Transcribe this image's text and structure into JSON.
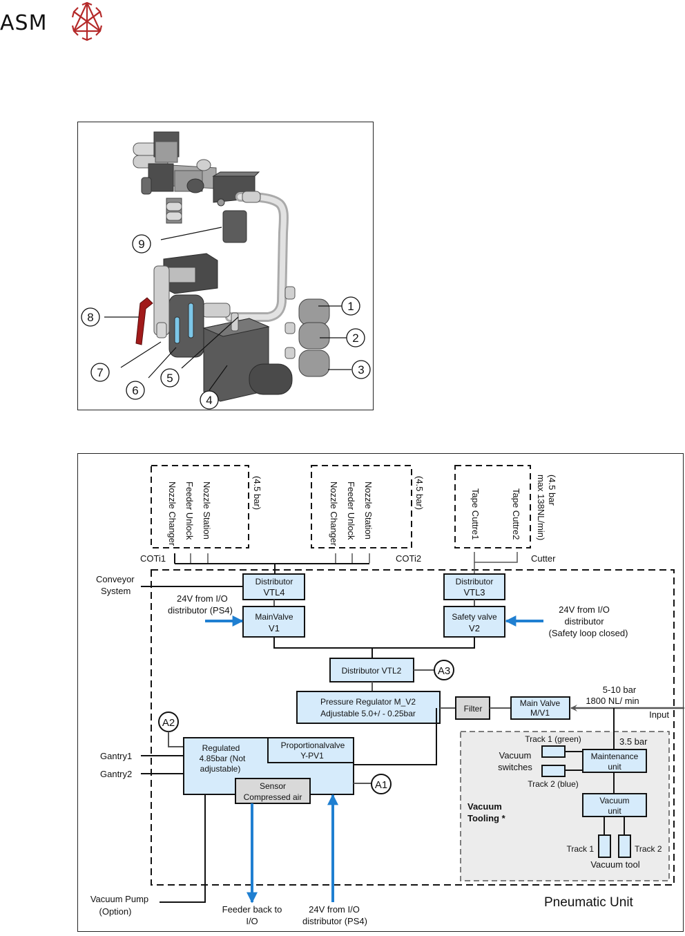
{
  "header": {
    "logo_text": "ASM",
    "logo_color": "#b52a2a"
  },
  "illustration": {
    "callouts": [
      "1",
      "2",
      "3",
      "4",
      "5",
      "6",
      "7",
      "8",
      "9"
    ],
    "valve_handle_color": "#a11a1a",
    "window_color": "#7cc7e8"
  },
  "diagram": {
    "title": "Pneumatic Unit",
    "colors": {
      "box_fill": "#d6ebfb",
      "grey_box_fill": "#d9d9d9",
      "vacuum_area_fill": "#ececec",
      "signal_arrow": "#1f7fd1",
      "line": "#111111"
    },
    "groups": {
      "coti1": {
        "label": "COTi1",
        "pressure": "(4.5 bar)",
        "items": [
          "Nozzle Changer",
          "Feeder Unlock",
          "Nozzle Station"
        ]
      },
      "coti2": {
        "label": "COTi2",
        "pressure": "(4.5 bar)",
        "items": [
          "Nozzle Changer",
          "Feeder Unlock",
          "Nozzle Station"
        ]
      },
      "cutter": {
        "label": "Cutter",
        "pressure_line1": "(4.5 bar",
        "pressure_line2": "max 138NL/min)",
        "items": [
          "Tape Cuttre1",
          "Tape Cuttre2"
        ]
      }
    },
    "boxes": {
      "vtl4": {
        "line1": "Distributor",
        "line2": "VTL4"
      },
      "main_valve_v1": {
        "line1": "MainValve",
        "line2": "V1"
      },
      "vtl3": {
        "line1": "Distributor",
        "line2": "VTL3"
      },
      "safety_valve_v2": {
        "line1": "Safety valve",
        "line2": "V2"
      },
      "vtl2": {
        "line1": "Distributor VTL2"
      },
      "pressure_regulator": {
        "line1": "Pressure Regulator  M_V2",
        "line2": "Adjustable 5.0+/ - 0.25bar"
      },
      "filter": {
        "line1": "Filter"
      },
      "main_valve_mv1": {
        "line1": "Main Valve",
        "line2": "M/V1"
      },
      "regulated": {
        "line1": "Regulated",
        "line2": "4.85bar  (Not",
        "line3": "adjustable)"
      },
      "proportional_valve": {
        "line1": "Proportionalvalve",
        "line2": "Y-PV1"
      },
      "sensor": {
        "line1": "Sensor",
        "line2": "Compressed air"
      },
      "maintenance_unit": {
        "line1": "Maintenance",
        "line2": "unit"
      },
      "vacuum_unit": {
        "line1": "Vacuum",
        "line2": "unit"
      }
    },
    "labels": {
      "conveyor_line1": "Conveyor",
      "conveyor_line2": "System",
      "v1_signal_line1": "24V from I/O",
      "v1_signal_line2": "distributor (PS4)",
      "v2_signal_line1": "24V from I/O",
      "v2_signal_line2": "distributor",
      "v2_signal_line3": "(Safety loop closed)",
      "input_pressure": "5-10 bar",
      "input_flow": "1800 NL/ min",
      "input": "Input",
      "gantry1": "Gantry1",
      "gantry2": "Gantry2",
      "vacuum_pump_line1": "Vacuum Pump",
      "vacuum_pump_line2": "(Option)",
      "feeder_back_line1": "Feeder back to",
      "feeder_back_line2": "I/O",
      "bottom_signal_line1": "24V from I/O",
      "bottom_signal_line2": "distributor (PS4)",
      "maintenance_pressure": "3.5 bar",
      "track1_green": "Track 1 (green)",
      "track2_blue": "Track 2 (blue)",
      "vacuum_switches_line1": "Vacuum",
      "vacuum_switches_line2": "switches",
      "vacuum_tooling_line1": "Vacuum",
      "vacuum_tooling_line2": "Tooling *",
      "track1": "Track 1",
      "track2": "Track 2",
      "vacuum_tool": "Vacuum tool"
    },
    "test_points": [
      "A1",
      "A2",
      "A3"
    ]
  }
}
